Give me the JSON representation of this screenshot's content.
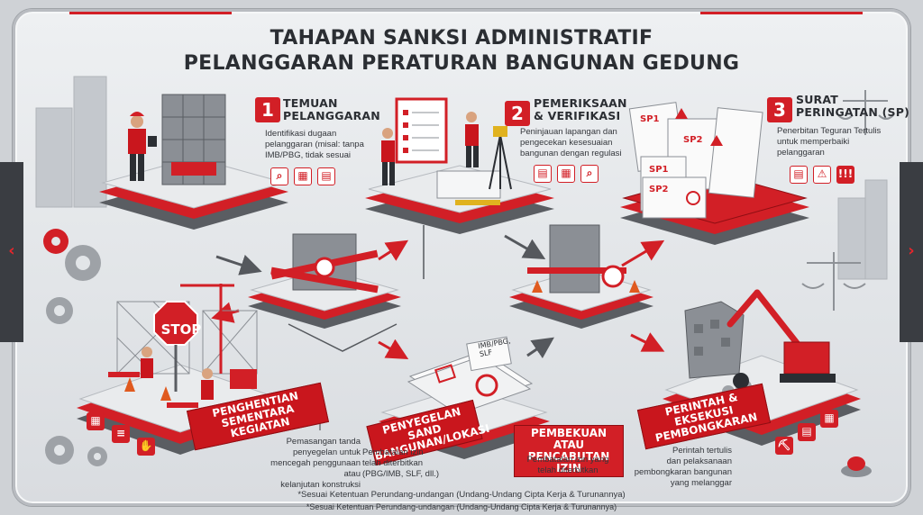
{
  "title_line1": "TAHAPAN SANKSI ADMINISTRATIF",
  "title_line2": "PELANGGARAN PERATURAN BANGUNAN GEDUNG",
  "steps": [
    {
      "number": "1",
      "title_line1": "TEMUAN",
      "title_line2": "PELANGGARAN",
      "desc_lines": [
        "Identifikasi dugaan",
        "pelanggaran (misal: tanpa",
        "IMB/PBG, tidak sesuai"
      ]
    },
    {
      "number": "2",
      "title_line1": "PEMERIKSAAN",
      "title_line2": "& VERIFIKASI",
      "desc_lines": [
        "Peninjauan lapangan dan",
        "pengecekan kesesuaian",
        "bangunan dengan regulasi"
      ]
    },
    {
      "number": "3",
      "title_line1": "SURAT",
      "title_line2": "PERINGATAN (SP)",
      "desc_lines": [
        "Penerbitan Teguran Tertulis",
        "untuk memperbaiki",
        "pelanggaran"
      ]
    }
  ],
  "sp_labels": [
    "SP1",
    "SP2",
    "SP1",
    "SP2"
  ],
  "stop_sign": "STOP",
  "doc_label_lines": [
    "IMB/PBG,",
    "SLF"
  ],
  "lower_steps": [
    {
      "banner_lines": [
        "PENGHENTIAN",
        "SEMENTARA KEGIATAN"
      ],
      "desc_lines": [
        "Pemasangan tanda",
        "penyegelan untuk",
        "mencegah penggunaan atau",
        "kelanjutan konstruksi"
      ]
    },
    {
      "banner_lines": [
        "PENYEGELAN SAND",
        "BANGUNAN/LOKASI"
      ],
      "desc_lines": [
        "Pembatalan izin",
        "telah diterbitkan",
        "(PBG/IMB, SLF, dll.)"
      ]
    },
    {
      "banner_lines": [
        "PEMBEKUAN ATAU",
        "PENCABUTAN IZIN"
      ],
      "desc_lines": [
        "Pembatalan izin yang",
        "telah diterbitkan"
      ]
    },
    {
      "banner_lines": [
        "PERINTAH & EKSEKUSI",
        "PEMBONGKARAN"
      ],
      "desc_lines": [
        "Perintah tertulis",
        "dan pelaksanaan",
        "pembongkaran bangunan",
        "yang melanggar"
      ]
    }
  ],
  "footnotes": [
    "*Sesuai Ketentuan Perundang-undangan (Undang-Undang Cipta Kerja & Turunannya)",
    "*Sesuai Ketentuan Perundang-undangan (Undang-Undang Cipta Kerja & Turunannya)"
  ],
  "colors": {
    "accent": "#d21f26",
    "dark": "#2b2e33",
    "platform": "#5a5d62"
  }
}
